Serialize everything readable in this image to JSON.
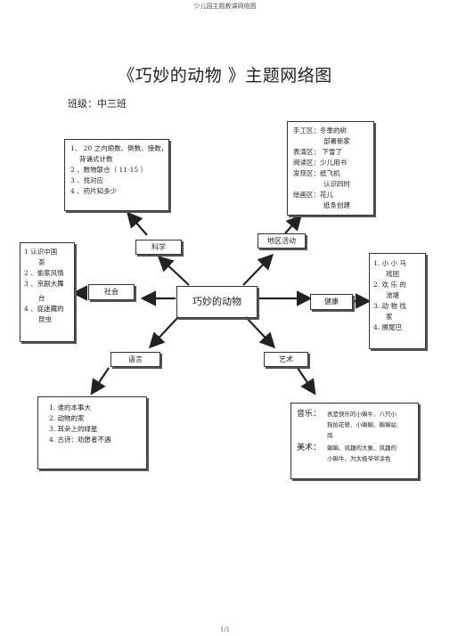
{
  "header": "少儿园主题教课网络图",
  "title": "《巧妙的动物 》主题网络图",
  "class_label": "班级：中三班",
  "center": "巧妙的动物",
  "nodes": {
    "science": "科学",
    "region": "地区活动",
    "society": "社会",
    "health": "健康",
    "language": "语言",
    "art": "艺术"
  },
  "science_box": {
    "l1": "1．  20 之内顺数、倒数、接数，",
    "l2": "背诵式计数",
    "l3": "2 、数物联合（   11-15 ）",
    "l4": "3 、找对应",
    "l5": "4 、药片知多少"
  },
  "region_box": {
    "l1": "手工区：冬季的树",
    "l2": "部署新家",
    "l3": "表演区：  下雪了",
    "l4": "阅读区：少儿用书",
    "l5": "发现区：纸飞机",
    "l6": "认识四时",
    "l7": "绘画区：花儿",
    "l8": "纸条创建"
  },
  "society_box": {
    "l1": "1  认识中国",
    "l2": "茶",
    "l3": "2 、偷家风情",
    "l4": "3 、京剧大舞",
    "l5": "台",
    "l6": "4 、捉迷藏的",
    "l7": "昆虫"
  },
  "health_box": {
    "l1": "1.   小 小 马",
    "l2": "戏团",
    "l3": "2.   欢 乐 的",
    "l4": "池塘",
    "l5": "3.   动 物 找",
    "l6": "家",
    "l7": "4.   擦尾巴"
  },
  "language_box": {
    "l1": "1.  谁的本事大",
    "l2": "2.  动物的家",
    "l3": "3.  耳朵上的绿星",
    "l4": "4.  古诗：劝愿者不遇"
  },
  "art_box": {
    "music_label": "音乐：",
    "music_l1": "表是快乐的小蝌牛、八只小",
    "music_l2": "狗抬花轿、小蝌蝌、蝌蝌站",
    "music_l3": "岗",
    "art_label": "美术：",
    "art_l1": "蝌蝌、风趣的大象、风趣的",
    "art_l2": "小蝌牛、为太极爷爷涂色"
  },
  "footer": "1/1"
}
